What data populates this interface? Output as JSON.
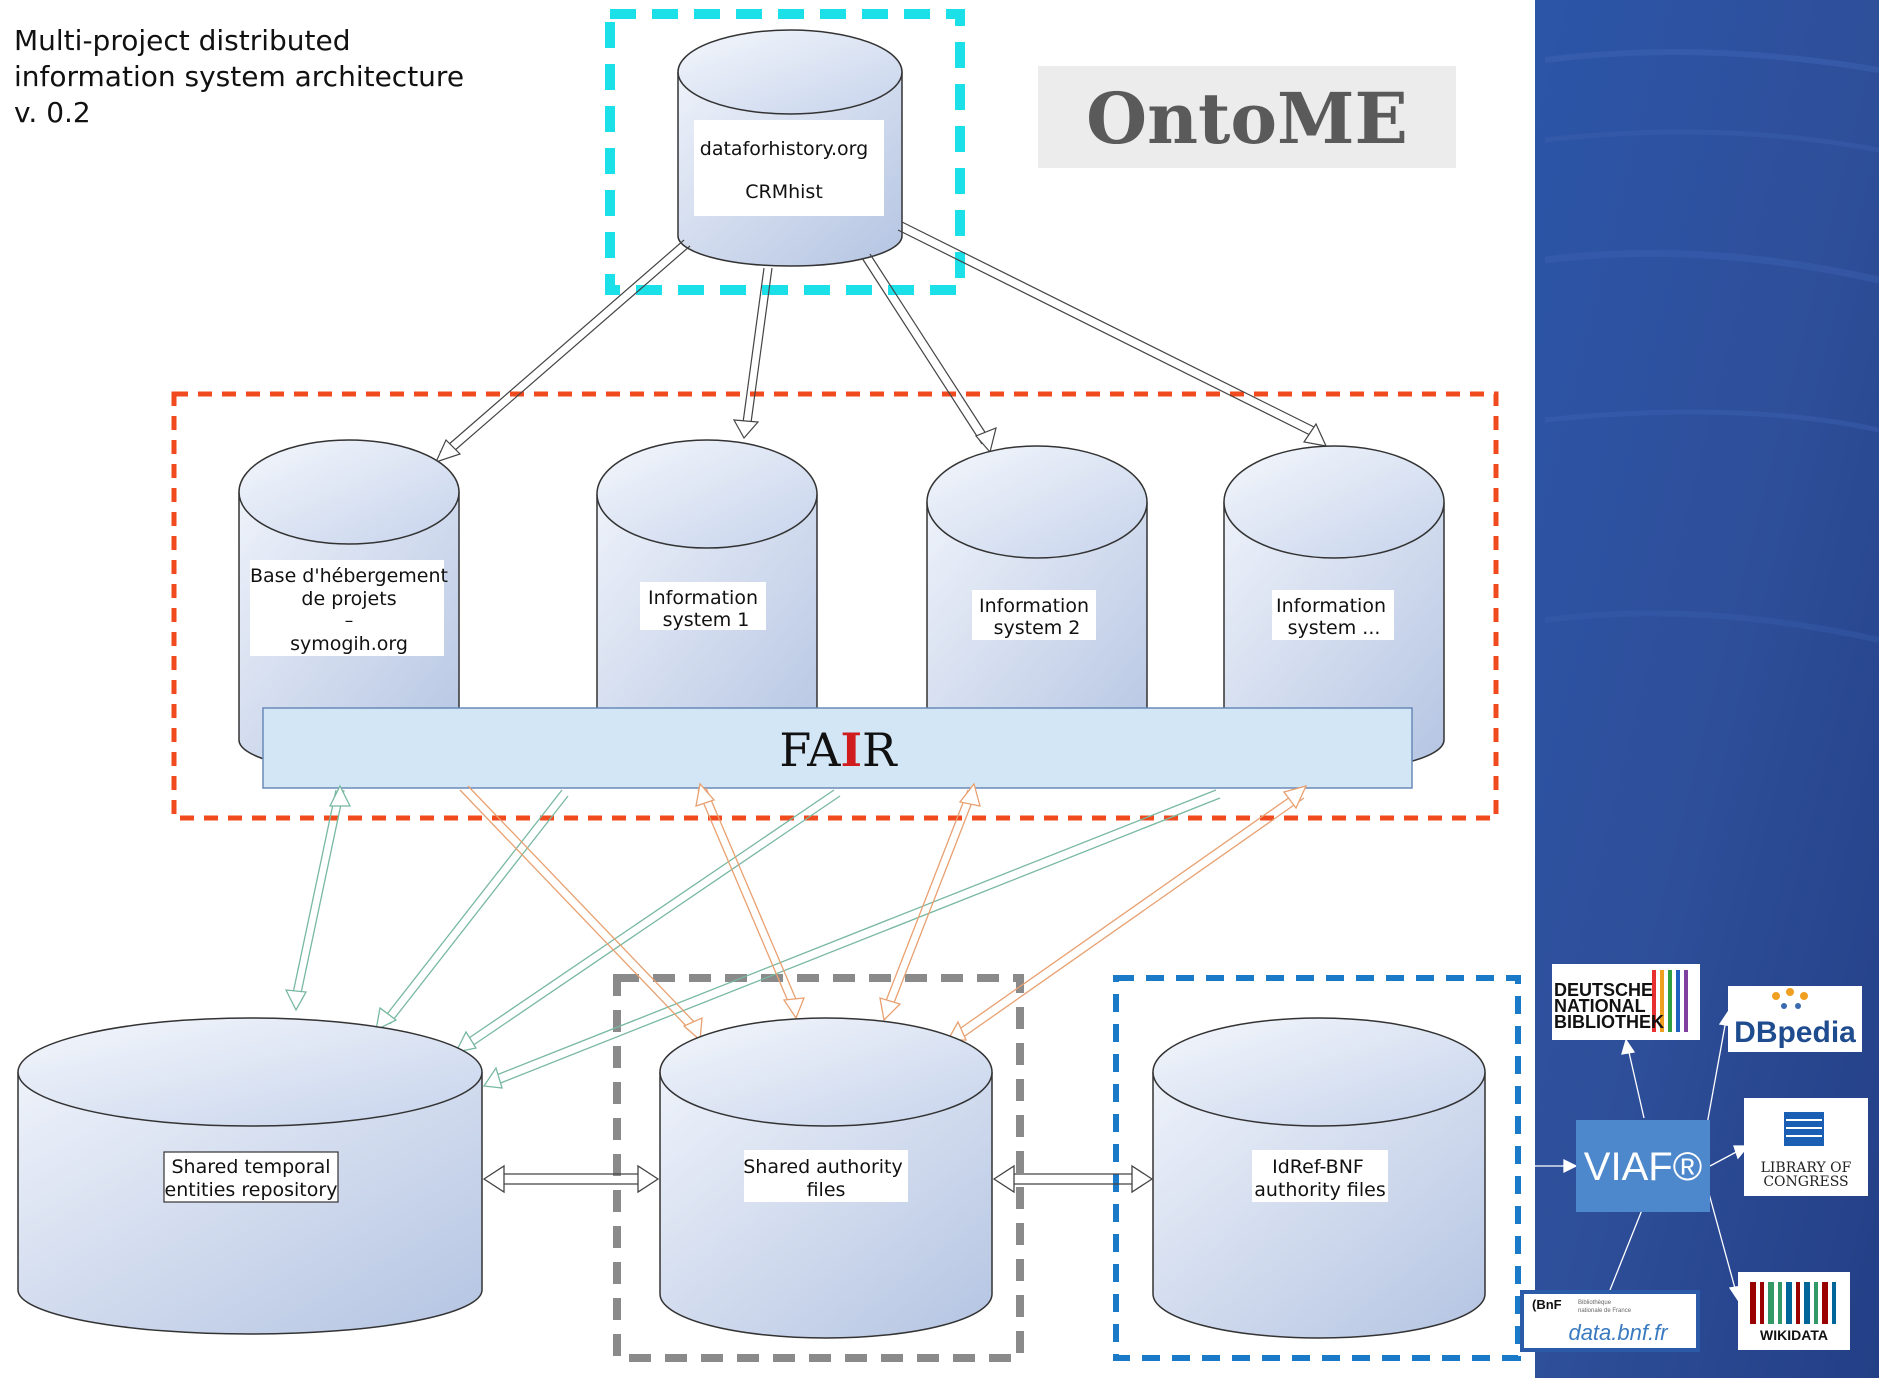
{
  "title_lines": [
    "Multi-project distributed",
    "information system architecture",
    "v. 0.2"
  ],
  "brand": "OntoME",
  "top_db": {
    "line1": "dataforhistory.org",
    "line2": "CRMhist"
  },
  "middle_dbs": [
    {
      "lines": [
        "Base d'hébergement",
        "de projets",
        "–",
        "symogih.org"
      ]
    },
    {
      "lines": [
        "Information",
        "system 1"
      ]
    },
    {
      "lines": [
        "Information",
        "system 2"
      ]
    },
    {
      "lines": [
        "Information",
        "system ..."
      ]
    }
  ],
  "fair_bar": {
    "prefix": "FA",
    "highlight": "I",
    "suffix": "R",
    "highlight_color": "#d01c1c"
  },
  "bottom_dbs": [
    {
      "lines": [
        "Shared temporal",
        "entities repository"
      ]
    },
    {
      "lines": [
        "Shared authority",
        "files"
      ]
    },
    {
      "lines": [
        "IdRef-BNF",
        "authority files"
      ]
    }
  ],
  "external": {
    "viaf": "VIAF®",
    "dnb": [
      "DEUTSCHE",
      "NATIONAL",
      "BIBLIOTHEK"
    ],
    "dbpedia": "DBpedia",
    "loc": [
      "LIBRARY OF",
      "CONGRESS"
    ],
    "wikidata": "WIKIDATA",
    "bnf_prefix": "(BnF",
    "bnf_small": [
      "Bibliothèque",
      "nationale de France"
    ],
    "bnf_data": "data.bnf.fr"
  },
  "colors": {
    "top_group": "#1ce0e8",
    "middle_group": "#f04a1e",
    "shared_group": "#8a8a8a",
    "idref_group": "#1a7ac8",
    "green_arrow": "#78b8a0",
    "orange_arrow": "#e8a070",
    "right_panel": "#2a4fa0",
    "viaf_box": "#4e88cc"
  }
}
